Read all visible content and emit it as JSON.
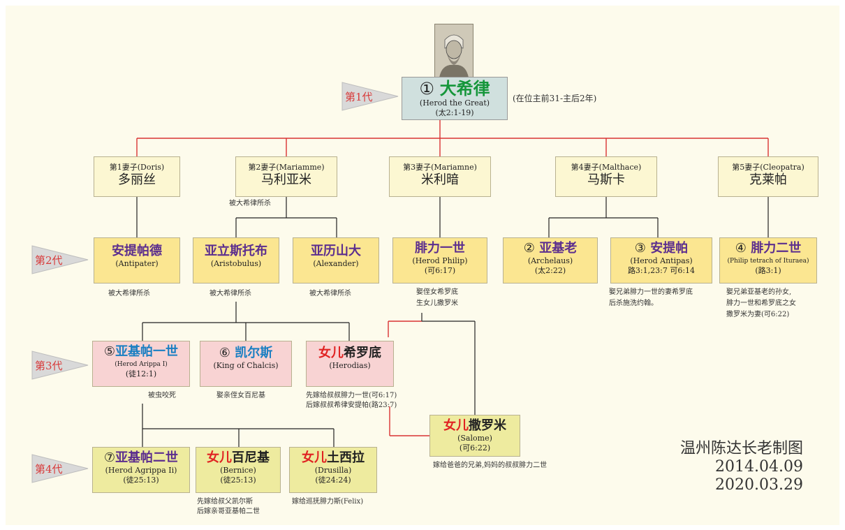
{
  "generations": [
    "第1代",
    "第2代",
    "第3代",
    "第4代"
  ],
  "herod": {
    "num": "①",
    "name": "大希律",
    "en": "(Herod the Great)",
    "ref": "(太2:1-19)",
    "reign": "(在位主前31-主后2年)"
  },
  "wives": [
    {
      "label": "第1妻子(Doris)",
      "name": "多丽丝"
    },
    {
      "label": "第2妻子(Mariamme)",
      "name": "马利亚米",
      "note": "被大希律所杀"
    },
    {
      "label": "第3妻子(Mariamne)",
      "name": "米利暗"
    },
    {
      "label": "第4妻子(Malthace)",
      "name": "马斯卡"
    },
    {
      "label": "第5妻子(Cleopatra)",
      "name": "克莱帕"
    }
  ],
  "gen2": {
    "antipater": {
      "name": "安提帕德",
      "en": "(Antipater)",
      "note": "被大希律所杀"
    },
    "aristobulus": {
      "name": "亚立斯托布",
      "en": "(Aristobulus)",
      "note": "被大希律所杀"
    },
    "alexander": {
      "name": "亚历山大",
      "en": "(Alexander)",
      "note": "被大希律所杀"
    },
    "philip": {
      "name": "腓力一世",
      "en": "(Herod Philip)",
      "ref": "(可6:17)",
      "note1": "娶侄女希罗底",
      "note2": "生女儿撒罗米"
    },
    "archelaus": {
      "num": "②",
      "name": "亚基老",
      "en": "(Archelaus)",
      "ref": "(太2:22)"
    },
    "antipas": {
      "num": "③",
      "name": "安提帕",
      "en": "(Herod Antipas)",
      "ref": "路3:1,23:7 可6:14",
      "note1": "娶兄弟腓力一世的妻希罗底",
      "note2": "后杀施洗约翰。"
    },
    "philip2": {
      "num": "④",
      "name": "腓力二世",
      "en": "(Philip tetrach of Ituraea)",
      "ref": "(路3:1)",
      "note1": "娶兄弟亚基老的孙女,",
      "note2": "腓力一世和希罗底之女",
      "note3": "撒罗米为妻(可6:22)"
    }
  },
  "gen3": {
    "agrippa1": {
      "num": "⑤",
      "name": "亚基帕一世",
      "en": "(Herod Arippa I)",
      "ref": "(徒12:1)",
      "note": "被虫咬死"
    },
    "chalcis": {
      "num": "⑥",
      "name": "凯尔斯",
      "en": "(King of Chalcis)",
      "note": "娶亲侄女百尼基"
    },
    "herodias": {
      "prefix": "女儿",
      "name": "希罗底",
      "en": "(Herodias)",
      "note1": "先嫁给叔叔腓力一世(可6:17)",
      "note2": "后嫁叔叔希律安提帕(路23:7)"
    },
    "salome": {
      "prefix": "女儿",
      "name": "撒罗米",
      "en": "(Salome)",
      "ref": "(可6:22)",
      "note": "嫁给爸爸的兄弟,妈妈的叔叔腓力二世"
    }
  },
  "gen4": {
    "agrippa2": {
      "num": "⑦",
      "name": "亚基帕二世",
      "en": "(Herod Agrippa Ii)",
      "ref": "(徒25:13)"
    },
    "bernice": {
      "prefix": "女儿",
      "name": "百尼基",
      "en": "(Bernice)",
      "ref": "(徒25:13)",
      "note1": "先嫁给叔父凯尔斯",
      "note2": "后嫁亲哥亚基帕二世"
    },
    "drusilla": {
      "prefix": "女儿",
      "name": "土西拉",
      "en": "(Drusilla)",
      "ref": "(徒24:24)",
      "note": "嫁给巡抚腓力斯(Felix)"
    }
  },
  "credit": {
    "author": "温州陈达长老制图",
    "date1": "2014.04.09",
    "date2": "2020.03.29"
  },
  "colors": {
    "red_line": "#d93333",
    "black_line": "#222222",
    "pennant": "#d9d9d9"
  }
}
